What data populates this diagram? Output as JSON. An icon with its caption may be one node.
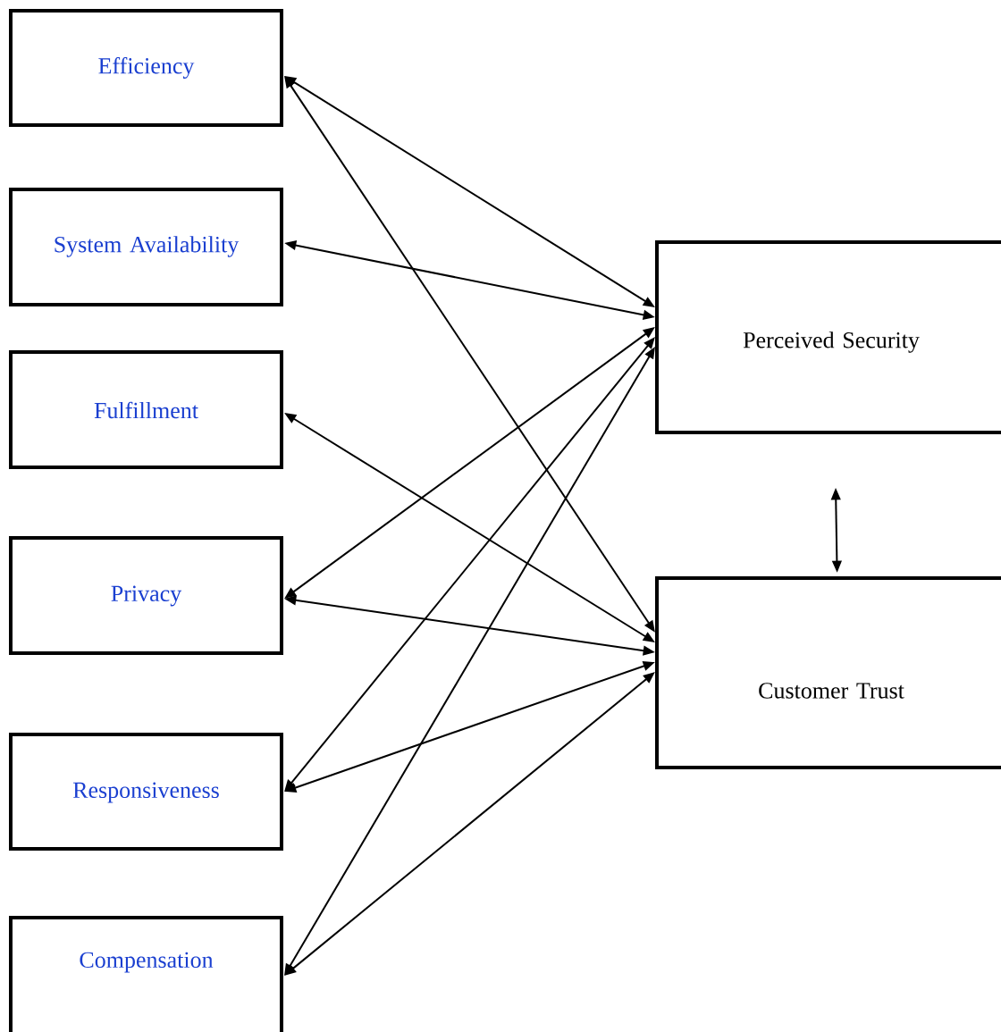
{
  "diagram": {
    "nodes": [
      {
        "text": [
          "Efficiency"
        ]
      },
      {
        "text": [
          "System Availability"
        ]
      },
      {
        "text": [
          "Fulfillment"
        ]
      },
      {
        "text": [
          "Privacy"
        ]
      },
      {
        "text": [
          "Responsiveness"
        ]
      },
      {
        "text": [
          "Compensation"
        ]
      },
      {
        "text": [
          "Perceived Security"
        ]
      },
      {
        "text": [
          "Customer Trust"
        ]
      }
    ],
    "edges": [
      {
        "from": 0,
        "to": 6,
        "arrow": "both"
      },
      {
        "from": 0,
        "to": 7,
        "arrow": "both"
      },
      {
        "from": 1,
        "to": 6,
        "arrow": "both"
      },
      {
        "from": 2,
        "to": 7,
        "arrow": "both"
      },
      {
        "from": 3,
        "to": 6,
        "arrow": "both"
      },
      {
        "from": 3,
        "to": 7,
        "arrow": "both"
      },
      {
        "from": 4,
        "to": 6,
        "arrow": "both"
      },
      {
        "from": 4,
        "to": 7,
        "arrow": "both"
      },
      {
        "from": 5,
        "to": 6,
        "arrow": "both"
      },
      {
        "from": 5,
        "to": 7,
        "arrow": "both"
      },
      {
        "from": 6,
        "to": 7,
        "arrow": "both"
      }
    ]
  }
}
